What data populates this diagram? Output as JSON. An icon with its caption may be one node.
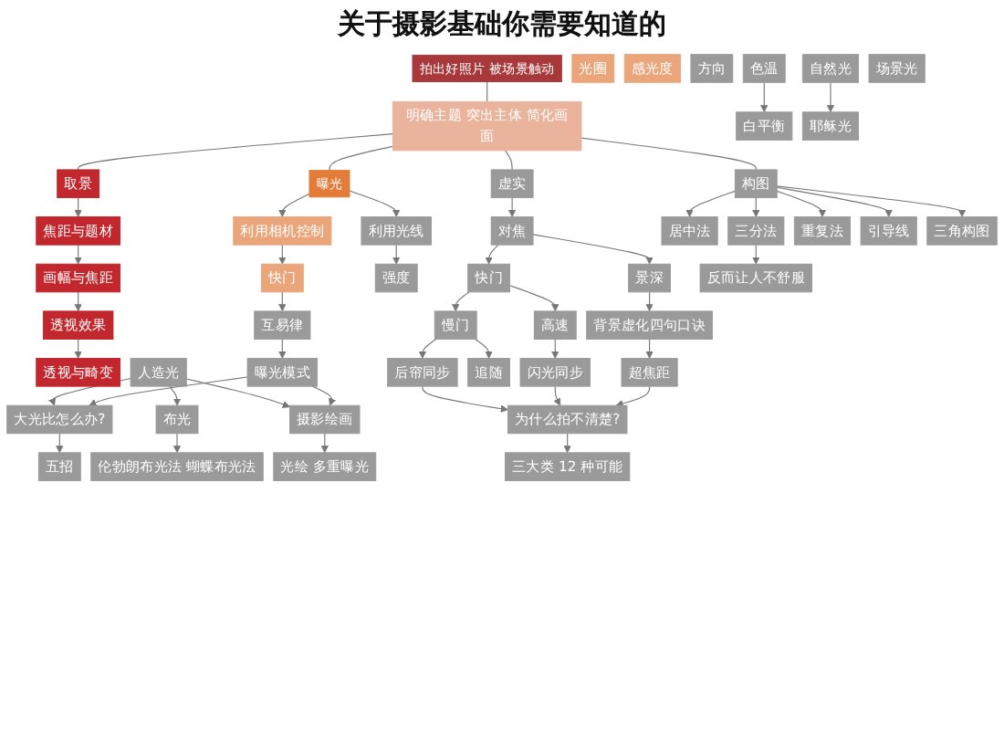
{
  "diagram": {
    "title": "关于摄影基础你需要知道的",
    "nodes": [
      {
        "text": [
          "拍出好照片 被场景触动"
        ]
      },
      {
        "text": [
          "明确主题 突出主体 简化画面"
        ]
      },
      {
        "text": [
          "取景"
        ]
      },
      {
        "text": [
          "曝光"
        ]
      },
      {
        "text": [
          "虚实"
        ]
      },
      {
        "text": [
          "构图"
        ]
      },
      {
        "text": [
          "焦距与题材"
        ]
      },
      {
        "text": [
          "画幅与焦距"
        ]
      },
      {
        "text": [
          "透视效果"
        ]
      },
      {
        "text": [
          "透视与畸变"
        ]
      },
      {
        "text": [
          "利用相机控制"
        ]
      },
      {
        "text": [
          "利用光线"
        ]
      },
      {
        "text": [
          "光圈"
        ]
      },
      {
        "text": [
          "快门"
        ]
      },
      {
        "text": [
          "感光度"
        ]
      },
      {
        "text": [
          "互易律"
        ]
      },
      {
        "text": [
          "曝光模式"
        ]
      },
      {
        "text": [
          "强度"
        ]
      },
      {
        "text": [
          "方向"
        ]
      },
      {
        "text": [
          "色温"
        ]
      },
      {
        "text": [
          "白平衡"
        ]
      },
      {
        "text": [
          "自然光"
        ]
      },
      {
        "text": [
          "耶稣光"
        ]
      },
      {
        "text": [
          "场景光"
        ]
      },
      {
        "text": [
          "人造光"
        ]
      },
      {
        "text": [
          "布光"
        ]
      },
      {
        "text": [
          "伦勃朗布光法 蝴蝶布光法"
        ]
      },
      {
        "text": [
          "大光比怎么办?"
        ]
      },
      {
        "text": [
          "五招"
        ]
      },
      {
        "text": [
          "摄影绘画"
        ]
      },
      {
        "text": [
          "光绘 多重曝光"
        ]
      },
      {
        "text": [
          "对焦"
        ]
      },
      {
        "text": [
          "景深"
        ]
      },
      {
        "text": [
          "快门"
        ]
      },
      {
        "text": [
          "背景虚化四句口诀"
        ]
      },
      {
        "text": [
          "超焦距"
        ]
      },
      {
        "text": [
          "高速"
        ]
      },
      {
        "text": [
          "慢门"
        ]
      },
      {
        "text": [
          "追随"
        ]
      },
      {
        "text": [
          "闪光同步"
        ]
      },
      {
        "text": [
          "后帘同步"
        ]
      },
      {
        "text": [
          "为什么拍不清楚?"
        ]
      },
      {
        "text": [
          "三大类 12 种可能"
        ]
      },
      {
        "text": [
          "居中法"
        ]
      },
      {
        "text": [
          "三分法"
        ]
      },
      {
        "text": [
          "重复法"
        ]
      },
      {
        "text": [
          "引导线"
        ]
      },
      {
        "text": [
          "三角构图"
        ]
      },
      {
        "text": [
          "反而让人不舒服"
        ]
      }
    ],
    "edges": [
      {
        "from": 0,
        "to": 1,
        "arrow": "none"
      },
      {
        "from": 1,
        "to": 2,
        "arrow": "none"
      },
      {
        "from": 1,
        "to": 3,
        "arrow": "none"
      },
      {
        "from": 1,
        "to": 4,
        "arrow": "none"
      },
      {
        "from": 1,
        "to": 5,
        "arrow": "none"
      },
      {
        "from": 2,
        "to": 6,
        "arrow": "to"
      },
      {
        "from": 6,
        "to": 7,
        "arrow": "to"
      },
      {
        "from": 7,
        "to": 8,
        "arrow": "to"
      },
      {
        "from": 8,
        "to": 9,
        "arrow": "to"
      },
      {
        "from": 3,
        "to": 10,
        "arrow": "to"
      },
      {
        "from": 3,
        "to": 11,
        "arrow": "to"
      },
      {
        "from": 10,
        "to": 13,
        "arrow": "to"
      },
      {
        "from": 13,
        "to": 15,
        "arrow": "to"
      },
      {
        "from": 15,
        "to": 16,
        "arrow": "to"
      },
      {
        "from": 11,
        "to": 17,
        "arrow": "to"
      },
      {
        "from": 19,
        "to": 20,
        "arrow": "to"
      },
      {
        "from": 21,
        "to": 22,
        "arrow": "to"
      },
      {
        "from": 24,
        "to": 25,
        "arrow": "to"
      },
      {
        "from": 25,
        "to": 26,
        "arrow": "to"
      },
      {
        "from": 16,
        "to": 27,
        "arrow": "to"
      },
      {
        "from": 16,
        "to": 29,
        "arrow": "to"
      },
      {
        "from": 24,
        "to": 27,
        "arrow": "to"
      },
      {
        "from": 24,
        "to": 29,
        "arrow": "to"
      },
      {
        "from": 27,
        "to": 28,
        "arrow": "to"
      },
      {
        "from": 29,
        "to": 30,
        "arrow": "to"
      },
      {
        "from": 4,
        "to": 31,
        "arrow": "to"
      },
      {
        "from": 31,
        "to": 32,
        "arrow": "to"
      },
      {
        "from": 31,
        "to": 33,
        "arrow": "to"
      },
      {
        "from": 32,
        "to": 34,
        "arrow": "to"
      },
      {
        "from": 34,
        "to": 35,
        "arrow": "to"
      },
      {
        "from": 33,
        "to": 36,
        "arrow": "to"
      },
      {
        "from": 33,
        "to": 37,
        "arrow": "to"
      },
      {
        "from": 37,
        "to": 38,
        "arrow": "to"
      },
      {
        "from": 36,
        "to": 39,
        "arrow": "to"
      },
      {
        "from": 37,
        "to": 40,
        "arrow": "to"
      },
      {
        "from": 35,
        "to": 41,
        "arrow": "to"
      },
      {
        "from": 39,
        "to": 41,
        "arrow": "to"
      },
      {
        "from": 40,
        "to": 41,
        "arrow": "to"
      },
      {
        "from": 41,
        "to": 42,
        "arrow": "to"
      },
      {
        "from": 5,
        "to": 43,
        "arrow": "to"
      },
      {
        "from": 5,
        "to": 44,
        "arrow": "to"
      },
      {
        "from": 5,
        "to": 45,
        "arrow": "to"
      },
      {
        "from": 5,
        "to": 46,
        "arrow": "to"
      },
      {
        "from": 5,
        "to": 47,
        "arrow": "to"
      },
      {
        "from": 44,
        "to": 48,
        "arrow": "to"
      }
    ]
  }
}
